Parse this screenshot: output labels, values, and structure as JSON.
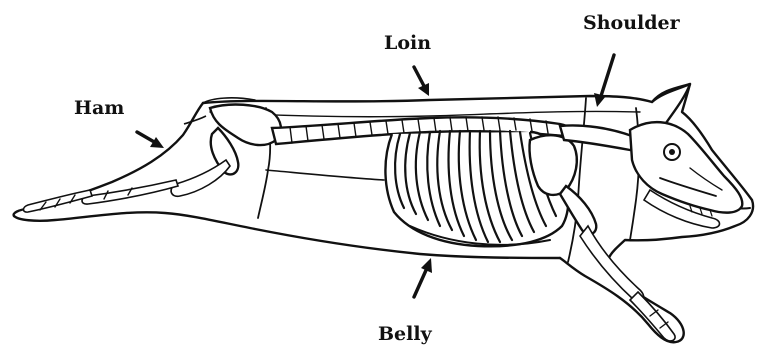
{
  "diagram": {
    "labels": {
      "ham": "Ham",
      "loin": "Loin",
      "shoulder": "Shoulder",
      "belly": "Belly"
    },
    "colors": {
      "ink": "#111111",
      "background": "#ffffff"
    }
  }
}
